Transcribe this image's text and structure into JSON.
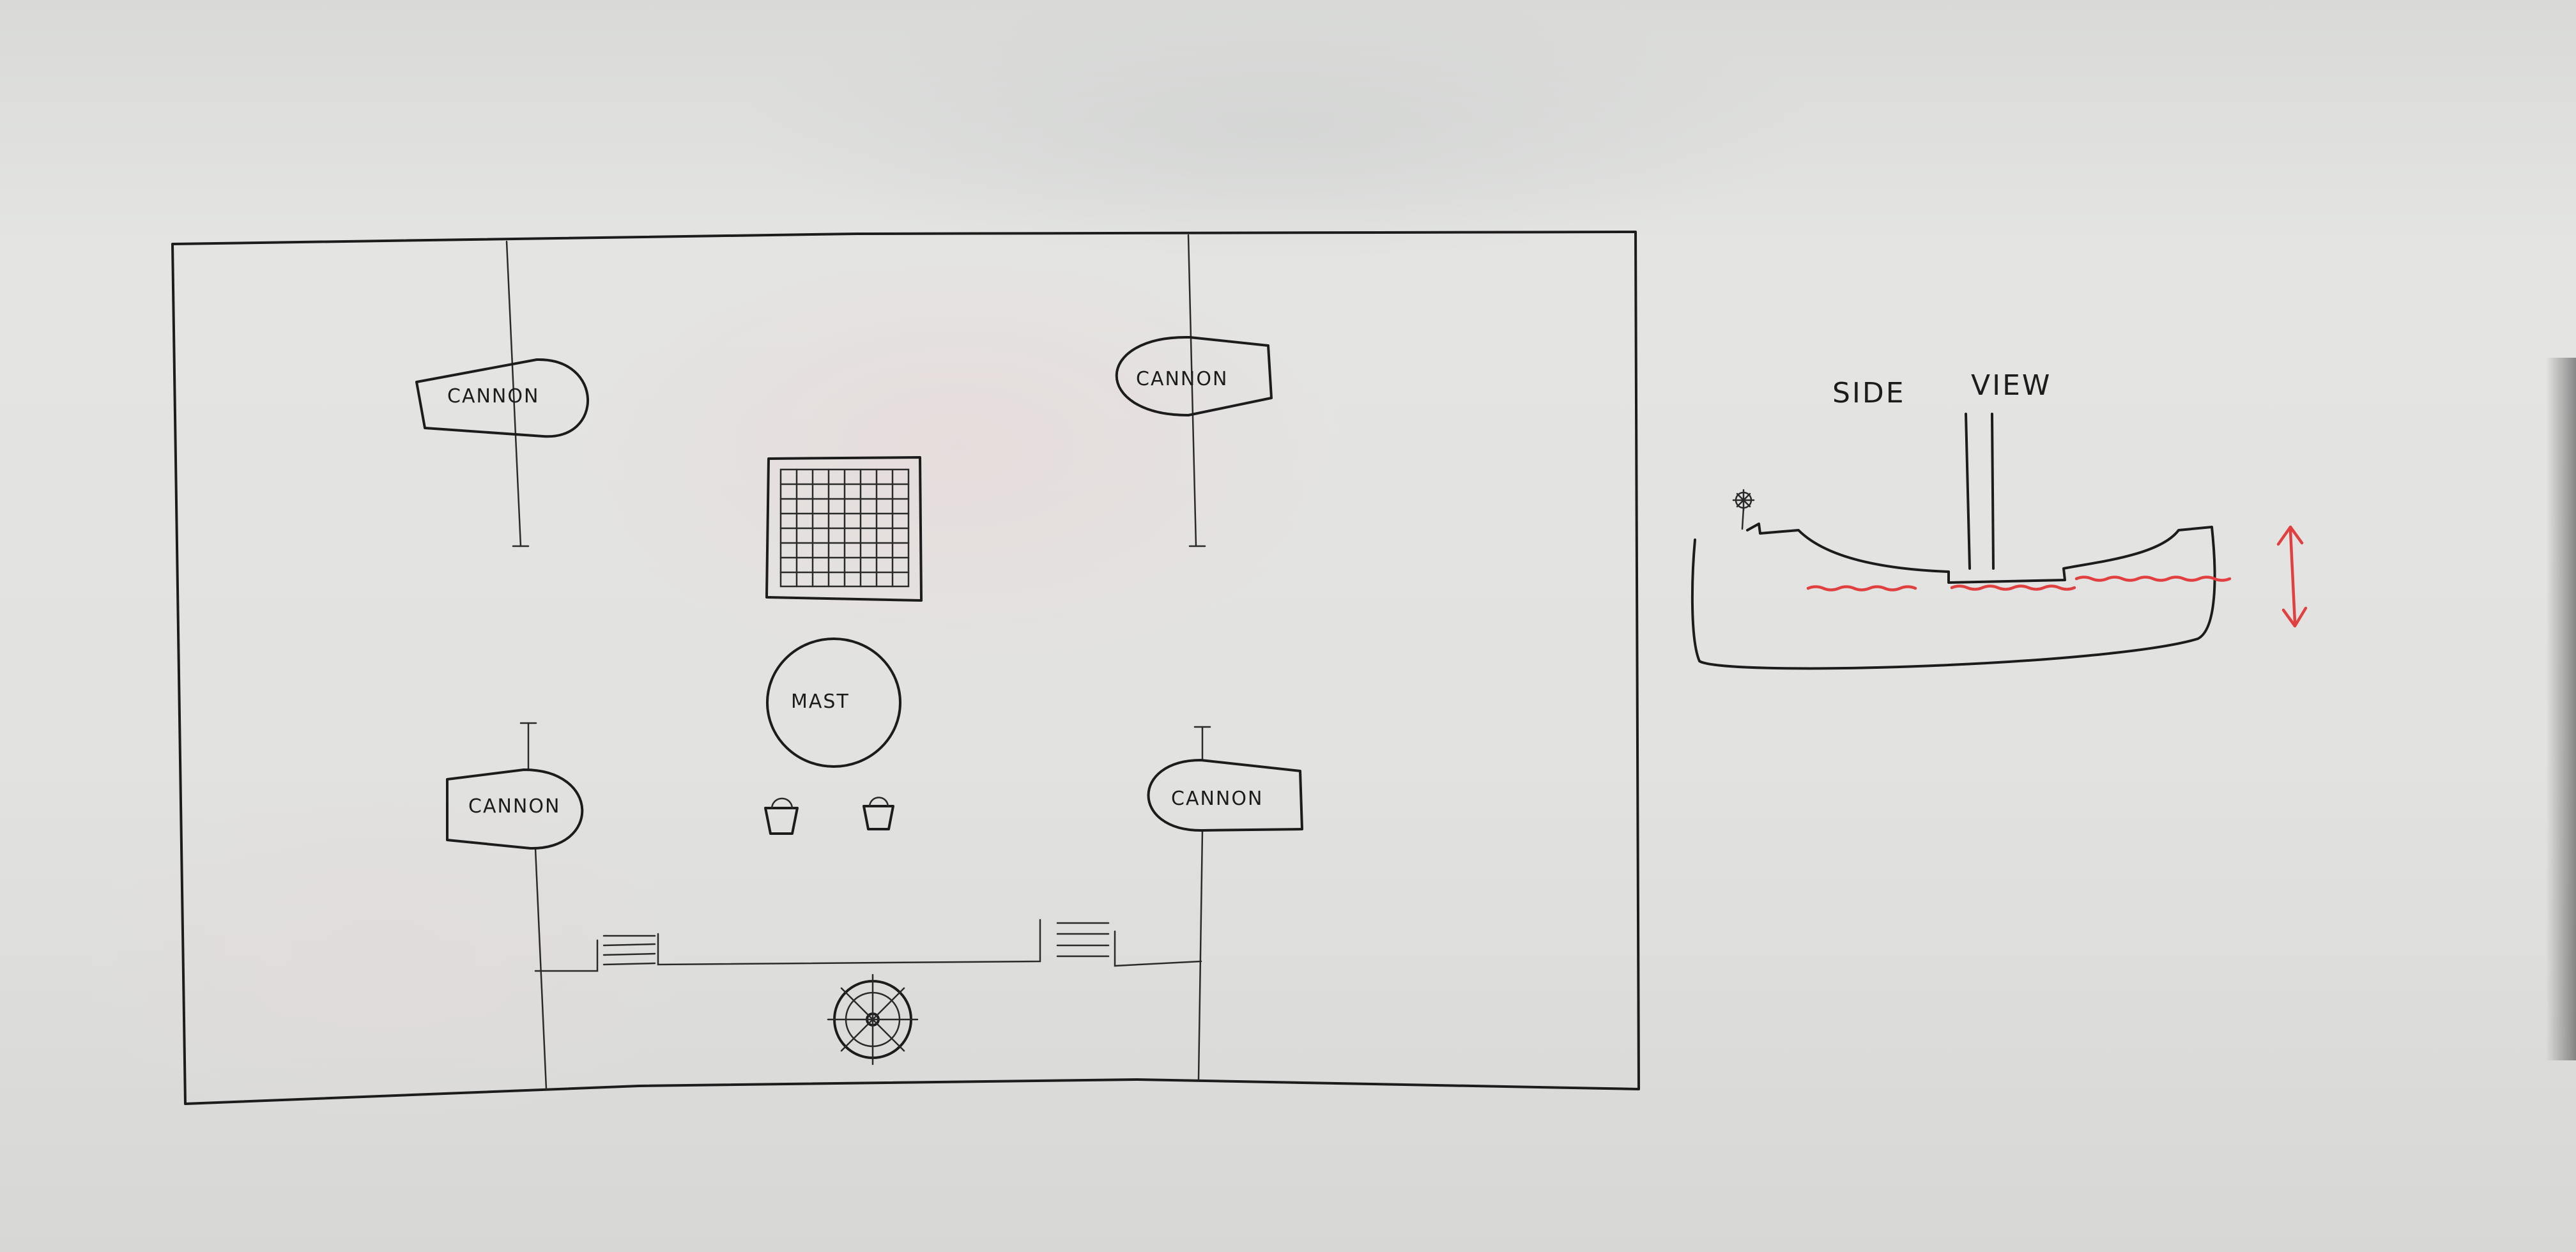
{
  "top_view": {
    "cannons": [
      {
        "label": "CANNON"
      },
      {
        "label": "CANNON"
      },
      {
        "label": "CANNON"
      },
      {
        "label": "CANNON"
      }
    ],
    "mast_label": "MAST"
  },
  "side_view": {
    "title_left": "SIDE",
    "title_right": "VIEW"
  },
  "colors": {
    "ink": "#1c1c1c",
    "red_marker": "#e0403f",
    "board": "#e2e2e0"
  }
}
